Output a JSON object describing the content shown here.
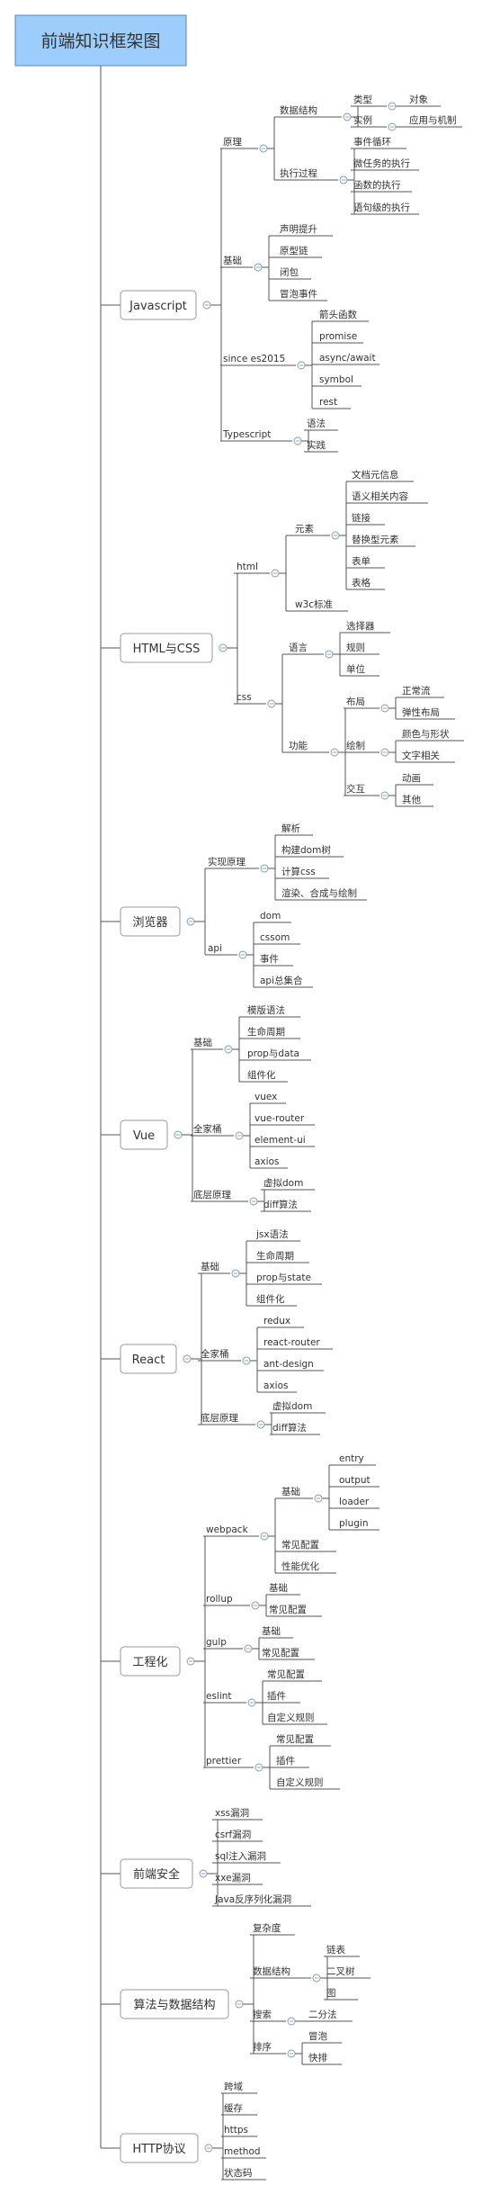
{
  "title": "前端知识框架图",
  "style": {
    "root_fill": "#9ccdfc",
    "root_stroke": "#5a86b3",
    "line_color": "#555555",
    "toggle_color": "#7a9ab8"
  },
  "l1_toggle_icon": "circle-minus-icon",
  "nodes": [
    {
      "id": "root",
      "label": "前端知识框架图"
    },
    {
      "id": "js",
      "label": "Javascript"
    },
    {
      "id": "yuanli",
      "label": "原理"
    },
    {
      "id": "sjjg",
      "label": "数据结构"
    },
    {
      "id": "leixing",
      "label": "类型"
    },
    {
      "id": "duixiang",
      "label": "对象"
    },
    {
      "id": "shili",
      "label": "实例"
    },
    {
      "id": "yyjz",
      "label": "应用与机制"
    },
    {
      "id": "zxgc",
      "label": "执行过程"
    },
    {
      "id": "sjxh",
      "label": "事件循环"
    },
    {
      "id": "wrw",
      "label": "微任务的执行"
    },
    {
      "id": "hsdzx",
      "label": "函数的执行"
    },
    {
      "id": "yjjdzx",
      "label": "语句级的执行"
    },
    {
      "id": "jsjc",
      "label": "基础"
    },
    {
      "id": "smts",
      "label": "声明提升"
    },
    {
      "id": "yxl",
      "label": "原型链"
    },
    {
      "id": "bb",
      "label": "闭包"
    },
    {
      "id": "mpsj",
      "label": "冒泡事件"
    },
    {
      "id": "es2015",
      "label": "since es2015"
    },
    {
      "id": "jths",
      "label": "箭头函数"
    },
    {
      "id": "promise",
      "label": "promise"
    },
    {
      "id": "async",
      "label": "async/await"
    },
    {
      "id": "symbol",
      "label": "symbol"
    },
    {
      "id": "rest",
      "label": "rest"
    },
    {
      "id": "ts",
      "label": "Typescript"
    },
    {
      "id": "tsyf",
      "label": "语法"
    },
    {
      "id": "tssj",
      "label": "实践"
    },
    {
      "id": "htmlcss",
      "label": "HTML与CSS"
    },
    {
      "id": "html",
      "label": "html"
    },
    {
      "id": "yuansu",
      "label": "元素"
    },
    {
      "id": "wdyxx",
      "label": "文档元信息"
    },
    {
      "id": "yyxg",
      "label": "语义相关内容"
    },
    {
      "id": "lianjie",
      "label": "链接"
    },
    {
      "id": "thxys",
      "label": "替换型元素"
    },
    {
      "id": "biaodan",
      "label": "表单"
    },
    {
      "id": "biaoge",
      "label": "表格"
    },
    {
      "id": "w3c",
      "label": "w3c标准"
    },
    {
      "id": "css",
      "label": "css"
    },
    {
      "id": "yuyan",
      "label": "语言"
    },
    {
      "id": "xzq",
      "label": "选择器"
    },
    {
      "id": "guize",
      "label": "规则"
    },
    {
      "id": "danwei",
      "label": "单位"
    },
    {
      "id": "gongneng",
      "label": "功能"
    },
    {
      "id": "buju",
      "label": "布局"
    },
    {
      "id": "zcl",
      "label": "正常流"
    },
    {
      "id": "txbj",
      "label": "弹性布局"
    },
    {
      "id": "huizhi",
      "label": "绘制"
    },
    {
      "id": "ysyxz",
      "label": "颜色与形状"
    },
    {
      "id": "wzxg",
      "label": "文字相关"
    },
    {
      "id": "jiaohu",
      "label": "交互"
    },
    {
      "id": "donghua",
      "label": "动画"
    },
    {
      "id": "qita",
      "label": "其他"
    },
    {
      "id": "browser",
      "label": "浏览器"
    },
    {
      "id": "sxyl",
      "label": "实现原理"
    },
    {
      "id": "jiexi",
      "label": "解析"
    },
    {
      "id": "gjdom",
      "label": "构建dom树"
    },
    {
      "id": "jscss",
      "label": "计算css"
    },
    {
      "id": "xrhc",
      "label": "渲染、合成与绘制"
    },
    {
      "id": "api",
      "label": "api"
    },
    {
      "id": "dom",
      "label": "dom"
    },
    {
      "id": "cssom",
      "label": "cssom"
    },
    {
      "id": "shijian",
      "label": "事件"
    },
    {
      "id": "apizjh",
      "label": "api总集合"
    },
    {
      "id": "vue",
      "label": "Vue"
    },
    {
      "id": "vjc",
      "label": "基础"
    },
    {
      "id": "vmbyf",
      "label": "模版语法"
    },
    {
      "id": "vsmzq",
      "label": "生命周期"
    },
    {
      "id": "vprop",
      "label": "prop与data"
    },
    {
      "id": "vzjh",
      "label": "组件化"
    },
    {
      "id": "vqjt",
      "label": "全家桶"
    },
    {
      "id": "vuex",
      "label": "vuex"
    },
    {
      "id": "vrouter",
      "label": "vue-router"
    },
    {
      "id": "elui",
      "label": "element-ui"
    },
    {
      "id": "vaxios",
      "label": "axios"
    },
    {
      "id": "vdcyl",
      "label": "底层原理"
    },
    {
      "id": "vxndom",
      "label": "虚拟dom"
    },
    {
      "id": "vdiff",
      "label": "diff算法"
    },
    {
      "id": "react",
      "label": "React"
    },
    {
      "id": "rjc",
      "label": "基础"
    },
    {
      "id": "jsx",
      "label": "jsx语法"
    },
    {
      "id": "rsmzq",
      "label": "生命周期"
    },
    {
      "id": "rprop",
      "label": "prop与state"
    },
    {
      "id": "rzjh",
      "label": "组件化"
    },
    {
      "id": "rqjt",
      "label": "全家桶"
    },
    {
      "id": "redux",
      "label": "redux"
    },
    {
      "id": "rrouter",
      "label": "react-router"
    },
    {
      "id": "antd",
      "label": "ant-design"
    },
    {
      "id": "raxios",
      "label": "axios"
    },
    {
      "id": "rdcyl",
      "label": "底层原理"
    },
    {
      "id": "rxndom",
      "label": "虚拟dom"
    },
    {
      "id": "rdiff",
      "label": "diff算法"
    },
    {
      "id": "gch",
      "label": "工程化"
    },
    {
      "id": "webpack",
      "label": "webpack"
    },
    {
      "id": "wjc",
      "label": "基础"
    },
    {
      "id": "entry",
      "label": "entry"
    },
    {
      "id": "output",
      "label": "output"
    },
    {
      "id": "loader",
      "label": "loader"
    },
    {
      "id": "plugin",
      "label": "plugin"
    },
    {
      "id": "wcjpz",
      "label": "常见配置"
    },
    {
      "id": "xnyh",
      "label": "性能优化"
    },
    {
      "id": "rollup",
      "label": "rollup"
    },
    {
      "id": "rojc",
      "label": "基础"
    },
    {
      "id": "rocjpz",
      "label": "常见配置"
    },
    {
      "id": "gulp",
      "label": "gulp"
    },
    {
      "id": "gjc",
      "label": "基础"
    },
    {
      "id": "gcjpz",
      "label": "常见配置"
    },
    {
      "id": "eslint",
      "label": "eslint"
    },
    {
      "id": "ecjpz",
      "label": "常见配置"
    },
    {
      "id": "echajian",
      "label": "插件"
    },
    {
      "id": "ezdy",
      "label": "自定义规则"
    },
    {
      "id": "prettier",
      "label": "prettier"
    },
    {
      "id": "pcjpz",
      "label": "常见配置"
    },
    {
      "id": "pchajian",
      "label": "插件"
    },
    {
      "id": "pzdy",
      "label": "自定义规则"
    },
    {
      "id": "qdaq",
      "label": "前端安全"
    },
    {
      "id": "xss",
      "label": "xss漏洞"
    },
    {
      "id": "csrf",
      "label": "csrf漏洞"
    },
    {
      "id": "sql",
      "label": "sql注入漏洞"
    },
    {
      "id": "xxe",
      "label": "xxe漏洞"
    },
    {
      "id": "java",
      "label": "Java反序列化漏洞"
    },
    {
      "id": "sfsj",
      "label": "算法与数据结构"
    },
    {
      "id": "fzd",
      "label": "复杂度"
    },
    {
      "id": "asjjg",
      "label": "数据结构"
    },
    {
      "id": "lianbiao",
      "label": "链表"
    },
    {
      "id": "ecs",
      "label": "二叉树"
    },
    {
      "id": "tu",
      "label": "图"
    },
    {
      "id": "sousuo",
      "label": "搜索"
    },
    {
      "id": "efu",
      "label": "二分法"
    },
    {
      "id": "paixu",
      "label": "排序"
    },
    {
      "id": "maopao",
      "label": "冒泡"
    },
    {
      "id": "kuaipai",
      "label": "快排"
    },
    {
      "id": "http",
      "label": "HTTP协议"
    },
    {
      "id": "kuayu",
      "label": "跨域"
    },
    {
      "id": "huancun",
      "label": "缓存"
    },
    {
      "id": "https",
      "label": "https"
    },
    {
      "id": "method",
      "label": "method"
    },
    {
      "id": "ztm",
      "label": "状态码"
    }
  ]
}
